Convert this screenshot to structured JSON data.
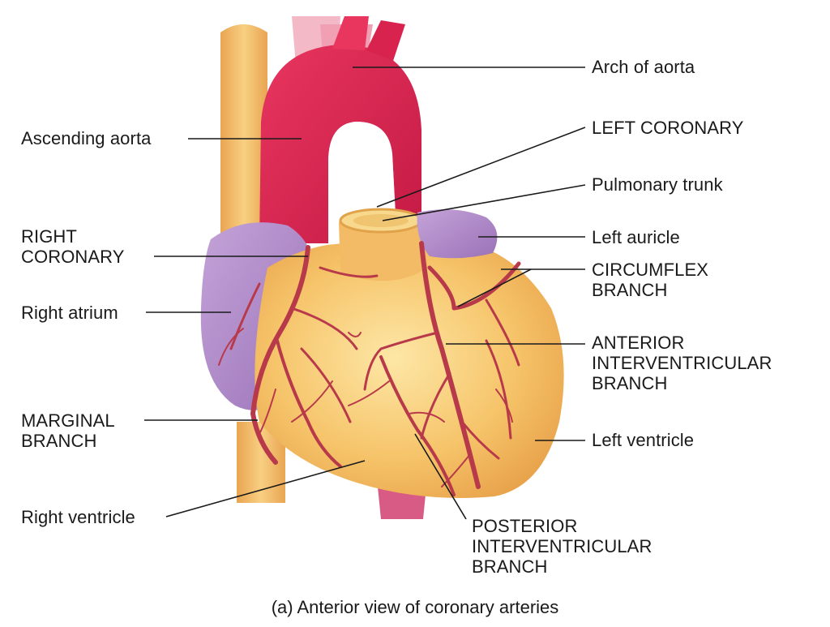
{
  "labels": {
    "arch_of_aorta": "Arch of aorta",
    "ascending_aorta": "Ascending aorta",
    "left_coronary": "LEFT CORONARY",
    "pulmonary_trunk": "Pulmonary trunk",
    "right_coronary": "RIGHT\nCORONARY",
    "left_auricle": "Left auricle",
    "circumflex_branch": "CIRCUMFLEX\nBRANCH",
    "right_atrium": "Right atrium",
    "anterior_interventricular_branch": "ANTERIOR\nINTERVENTRICULAR\nBRANCH",
    "marginal_branch": "MARGINAL\nBRANCH",
    "left_ventricle": "Left ventricle",
    "right_ventricle": "Right ventricle",
    "posterior_interventricular_branch": "POSTERIOR\nINTERVENTRICULAR\nBRANCH"
  },
  "caption": "(a) Anterior view of coronary arteries",
  "colors": {
    "aorta": "#d8234f",
    "heart": "#f6c46a",
    "atrium": "#b08ac8",
    "artery": "#b83a4a",
    "vessel_background": "#f1b863",
    "leader_line": "#1a1a1a"
  }
}
